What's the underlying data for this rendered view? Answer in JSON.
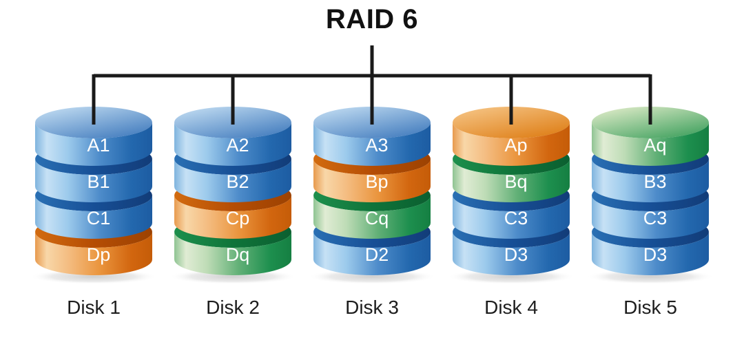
{
  "title": "RAID 6",
  "disks": [
    {
      "name": "Disk 1",
      "blocks": [
        {
          "label": "A1",
          "color": "blue"
        },
        {
          "label": "B1",
          "color": "blue"
        },
        {
          "label": "C1",
          "color": "blue"
        },
        {
          "label": "Dp",
          "color": "orange"
        }
      ]
    },
    {
      "name": "Disk 2",
      "blocks": [
        {
          "label": "A2",
          "color": "blue"
        },
        {
          "label": "B2",
          "color": "blue"
        },
        {
          "label": "Cp",
          "color": "orange"
        },
        {
          "label": "Dq",
          "color": "green"
        }
      ]
    },
    {
      "name": "Disk 3",
      "blocks": [
        {
          "label": "A3",
          "color": "blue"
        },
        {
          "label": "Bp",
          "color": "orange"
        },
        {
          "label": "Cq",
          "color": "green"
        },
        {
          "label": "D2",
          "color": "blue"
        }
      ]
    },
    {
      "name": "Disk 4",
      "blocks": [
        {
          "label": "Ap",
          "color": "orange"
        },
        {
          "label": "Bq",
          "color": "green"
        },
        {
          "label": "C3",
          "color": "blue"
        },
        {
          "label": "D3",
          "color": "blue"
        }
      ]
    },
    {
      "name": "Disk 5",
      "blocks": [
        {
          "label": "Aq",
          "color": "green"
        },
        {
          "label": "B3",
          "color": "blue"
        },
        {
          "label": "C3",
          "color": "blue"
        },
        {
          "label": "D3",
          "color": "blue"
        }
      ]
    }
  ],
  "palette": {
    "blue": "#2268ae",
    "orange": "#d2660f",
    "green": "#1d8f4e",
    "connector_line": "#1a1a1a",
    "block_text": "#ffffff",
    "title_text": "#111111",
    "label_text": "#1d1d1d",
    "background": "#ffffff"
  }
}
